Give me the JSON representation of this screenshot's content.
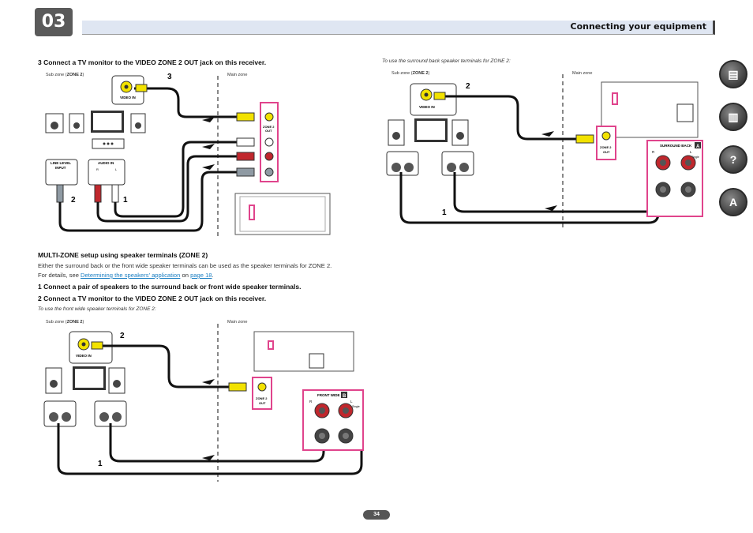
{
  "header": {
    "chapter": "03",
    "title": "Connecting your equipment"
  },
  "side_nav": [
    {
      "icon": "manual-book-icon",
      "glyph": "▤"
    },
    {
      "icon": "remote-control-icon",
      "glyph": "▥"
    },
    {
      "icon": "tools-question-icon",
      "glyph": "?"
    },
    {
      "icon": "appendix-az-icon",
      "glyph": "A"
    }
  ],
  "top_left": {
    "step": "3   Connect a TV monitor to the VIDEO ZONE 2 OUT jack on this receiver.",
    "sub_zone_prefix": "Sub zone (",
    "sub_zone_bold": "ZONE 2",
    "sub_zone_suffix": ")",
    "main_zone": "Main zone",
    "labels": {
      "video_in": "VIDEO IN",
      "line_level": "LINE LEVEL",
      "input": "INPUT",
      "audio_in": "AUDIO IN",
      "l": "L",
      "r": "R",
      "zone2_out": "ZONE 2",
      "out": "OUT",
      "num3": "3",
      "num2": "2",
      "num1": "1"
    }
  },
  "top_right": {
    "note": "To use the surround back speaker terminals for ZONE 2:",
    "sub_zone_prefix": "Sub zone (",
    "sub_zone_bold": "ZONE 2",
    "sub_zone_suffix": ")",
    "main_zone": "Main zone",
    "labels": {
      "video_in": "VIDEO IN",
      "zone2": "ZONE 2",
      "out": "OUT",
      "surround_back": "SURROUND BACK",
      "badge": "A",
      "r": "R",
      "l": "L",
      "single": "Single",
      "num2": "2",
      "num1": "1"
    }
  },
  "multizone": {
    "title": "MULTI-ZONE setup using speaker terminals (ZONE 2)",
    "para1": "Either the surround back or the front wide speaker terminals can be used as the speaker terminals for ZONE 2.",
    "para2_prefix": "For details, see ",
    "link1": "Determining the speakers’ application",
    "para2_mid": " on ",
    "link2": "page 18",
    "para2_suffix": ".",
    "step1": "1   Connect a pair of speakers to the surround back or front wide speaker terminals.",
    "step2": "2   Connect a TV monitor to the VIDEO ZONE 2 OUT jack on this receiver.",
    "note": "To use the front wide speaker terminals for ZONE 2:"
  },
  "bottom_left": {
    "sub_zone_prefix": "Sub zone (",
    "sub_zone_bold": "ZONE 2",
    "sub_zone_suffix": ")",
    "main_zone": "Main zone",
    "labels": {
      "video_in": "VIDEO IN",
      "zone2": "ZONE 2",
      "out": "OUT",
      "front_wide": "FRONT WIDE /",
      "badge": "B",
      "r": "R",
      "l": "L",
      "single": "Single",
      "num2": "2",
      "num1": "1"
    }
  },
  "page_number": "34"
}
